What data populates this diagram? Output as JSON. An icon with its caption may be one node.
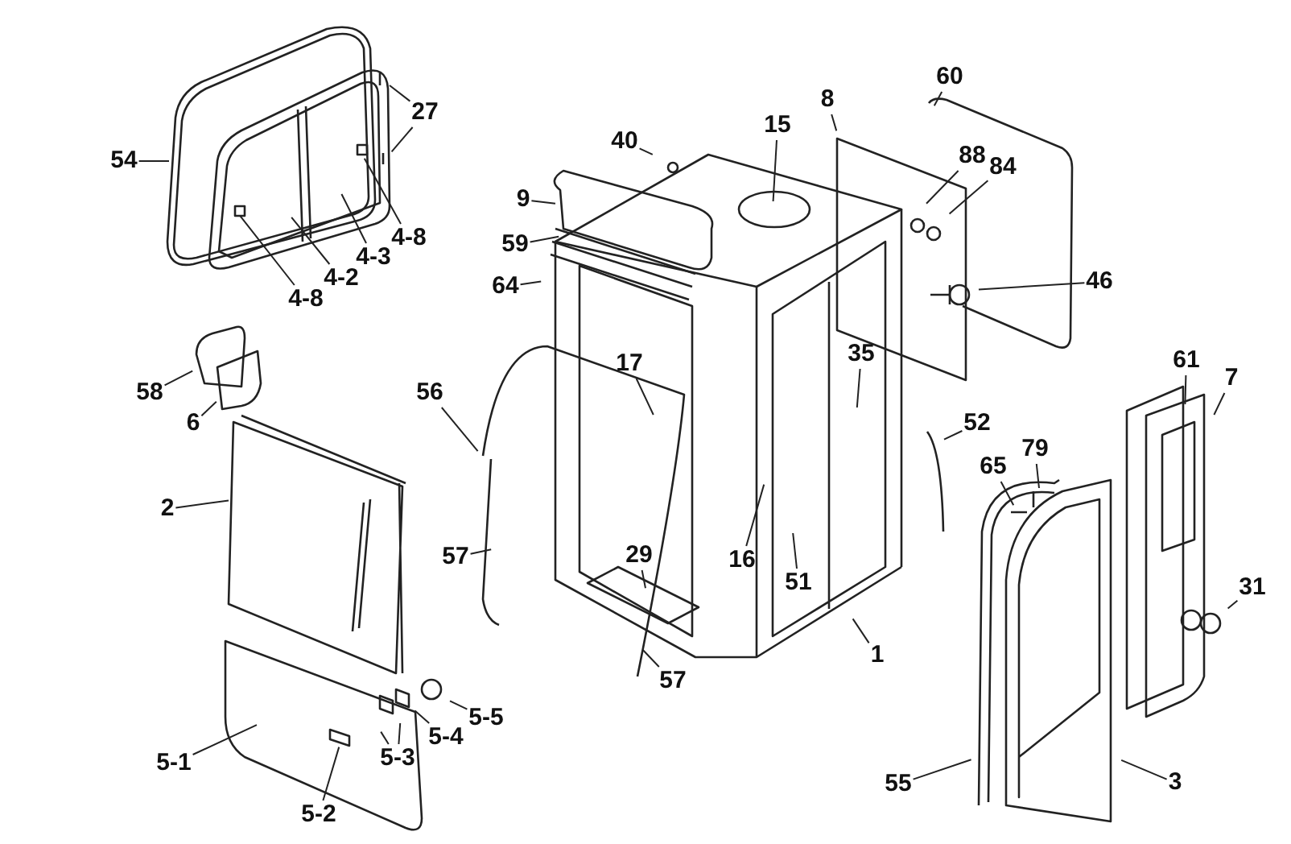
{
  "diagram": {
    "nodes": [
      {
        "text": [
          "54"
        ]
      },
      {
        "text": [
          "27"
        ]
      },
      {
        "text": [
          "4-8"
        ]
      },
      {
        "text": [
          "4-3"
        ]
      },
      {
        "text": [
          "4-2"
        ]
      },
      {
        "text": [
          "4-8"
        ]
      },
      {
        "text": [
          "58"
        ]
      },
      {
        "text": [
          "6"
        ]
      },
      {
        "text": [
          "2"
        ]
      },
      {
        "text": [
          "5-1"
        ]
      },
      {
        "text": [
          "5-2"
        ]
      },
      {
        "text": [
          "5-3"
        ]
      },
      {
        "text": [
          "5-4"
        ]
      },
      {
        "text": [
          "5-5"
        ]
      },
      {
        "text": [
          "56"
        ]
      },
      {
        "text": [
          "57"
        ]
      },
      {
        "text": [
          "57"
        ]
      },
      {
        "text": [
          "9"
        ]
      },
      {
        "text": [
          "59"
        ]
      },
      {
        "text": [
          "64"
        ]
      },
      {
        "text": [
          "40"
        ]
      },
      {
        "text": [
          "15"
        ]
      },
      {
        "text": [
          "8"
        ]
      },
      {
        "text": [
          "60"
        ]
      },
      {
        "text": [
          "88"
        ]
      },
      {
        "text": [
          "84"
        ]
      },
      {
        "text": [
          "46"
        ]
      },
      {
        "text": [
          "17"
        ]
      },
      {
        "text": [
          "35"
        ]
      },
      {
        "text": [
          "52"
        ]
      },
      {
        "text": [
          "29"
        ]
      },
      {
        "text": [
          "16"
        ]
      },
      {
        "text": [
          "51"
        ]
      },
      {
        "text": [
          "1"
        ]
      },
      {
        "text": [
          "65"
        ]
      },
      {
        "text": [
          "79"
        ]
      },
      {
        "text": [
          "61"
        ]
      },
      {
        "text": [
          "7"
        ]
      },
      {
        "text": [
          "31"
        ]
      },
      {
        "text": [
          "55"
        ]
      },
      {
        "text": [
          "3"
        ]
      }
    ],
    "edges": [
      {
        "from": 0,
        "to": null,
        "arrow": "none"
      },
      {
        "from": 1,
        "to": null,
        "arrow": "none"
      },
      {
        "from": 1,
        "to": null,
        "arrow": "none"
      },
      {
        "from": 2,
        "to": null,
        "arrow": "none"
      },
      {
        "from": 3,
        "to": null,
        "arrow": "none"
      },
      {
        "from": 4,
        "to": null,
        "arrow": "none"
      },
      {
        "from": 5,
        "to": null,
        "arrow": "none"
      },
      {
        "from": 6,
        "to": null,
        "arrow": "none"
      },
      {
        "from": 7,
        "to": null,
        "arrow": "none"
      },
      {
        "from": 8,
        "to": null,
        "arrow": "none"
      },
      {
        "from": 9,
        "to": null,
        "arrow": "none"
      },
      {
        "from": 10,
        "to": null,
        "arrow": "none"
      },
      {
        "from": 11,
        "to": null,
        "arrow": "none"
      },
      {
        "from": 11,
        "to": null,
        "arrow": "none"
      },
      {
        "from": 12,
        "to": null,
        "arrow": "none"
      },
      {
        "from": 13,
        "to": null,
        "arrow": "none"
      },
      {
        "from": 14,
        "to": null,
        "arrow": "none"
      },
      {
        "from": 15,
        "to": null,
        "arrow": "none"
      },
      {
        "from": 16,
        "to": null,
        "arrow": "none"
      },
      {
        "from": 17,
        "to": null,
        "arrow": "none"
      },
      {
        "from": 18,
        "to": null,
        "arrow": "none"
      },
      {
        "from": 19,
        "to": null,
        "arrow": "none"
      },
      {
        "from": 20,
        "to": null,
        "arrow": "none"
      },
      {
        "from": 21,
        "to": null,
        "arrow": "none"
      },
      {
        "from": 22,
        "to": null,
        "arrow": "none"
      },
      {
        "from": 23,
        "to": null,
        "arrow": "none"
      },
      {
        "from": 24,
        "to": null,
        "arrow": "none"
      },
      {
        "from": 25,
        "to": null,
        "arrow": "none"
      },
      {
        "from": 26,
        "to": null,
        "arrow": "none"
      },
      {
        "from": 27,
        "to": null,
        "arrow": "none"
      },
      {
        "from": 28,
        "to": null,
        "arrow": "none"
      },
      {
        "from": 29,
        "to": null,
        "arrow": "none"
      },
      {
        "from": 30,
        "to": null,
        "arrow": "none"
      },
      {
        "from": 31,
        "to": null,
        "arrow": "none"
      },
      {
        "from": 32,
        "to": null,
        "arrow": "none"
      },
      {
        "from": 33,
        "to": null,
        "arrow": "none"
      },
      {
        "from": 34,
        "to": null,
        "arrow": "none"
      },
      {
        "from": 35,
        "to": null,
        "arrow": "none"
      },
      {
        "from": 36,
        "to": null,
        "arrow": "none"
      },
      {
        "from": 37,
        "to": null,
        "arrow": "none"
      },
      {
        "from": 38,
        "to": null,
        "arrow": "none"
      },
      {
        "from": 39,
        "to": null,
        "arrow": "none"
      },
      {
        "from": 40,
        "to": null,
        "arrow": "none"
      }
    ]
  }
}
